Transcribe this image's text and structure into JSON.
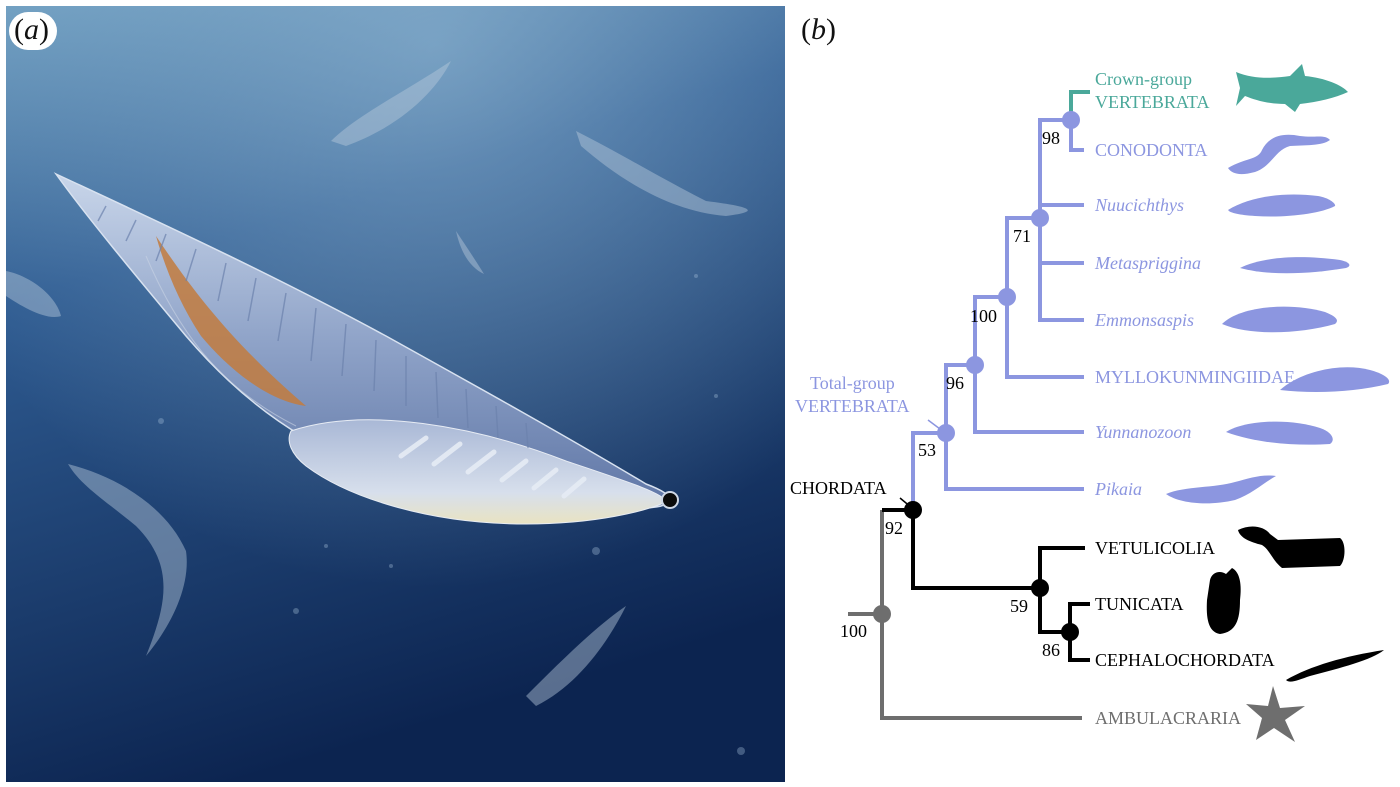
{
  "panels": {
    "a": {
      "label_open": "(",
      "label_letter": "a",
      "label_close": ")"
    },
    "b": {
      "label_open": "(",
      "label_letter": "b",
      "label_close": ")"
    }
  },
  "colors": {
    "crown": "#4aa89a",
    "total": "#8c96e0",
    "chordata": "#000000",
    "outgroup": "#6e6e6e",
    "water_top": "#5f8fb5",
    "water_bottom": "#0f2a55"
  },
  "tree": {
    "clades": {
      "crown_line1": "Crown-group",
      "crown_line2": "VERTEBRATA",
      "total_line1": "Total-group",
      "total_line2": "VERTEBRATA",
      "chordata": "CHORDATA"
    },
    "taxa": {
      "conodonta": "CONODONTA",
      "nuucichthys": "Nuucichthys",
      "metaspriggina": "Metaspriggina",
      "emmonsaspis": "Emmonsaspis",
      "myllokunmingiidae": "MYLLOKUNMINGIIDAE",
      "yunnanozoon": "Yunnanozoon",
      "pikaia": "Pikaia",
      "vetulicolia": "VETULICOLIA",
      "tunicata": "TUNICATA",
      "cephalochordata": "CEPHALOCHORDATA",
      "ambulacraria": "AMBULACRARIA"
    },
    "support": {
      "n98": "98",
      "n71": "71",
      "n100a": "100",
      "n96": "96",
      "n53": "53",
      "n92": "92",
      "n59": "59",
      "n86": "86",
      "n100b": "100"
    }
  }
}
